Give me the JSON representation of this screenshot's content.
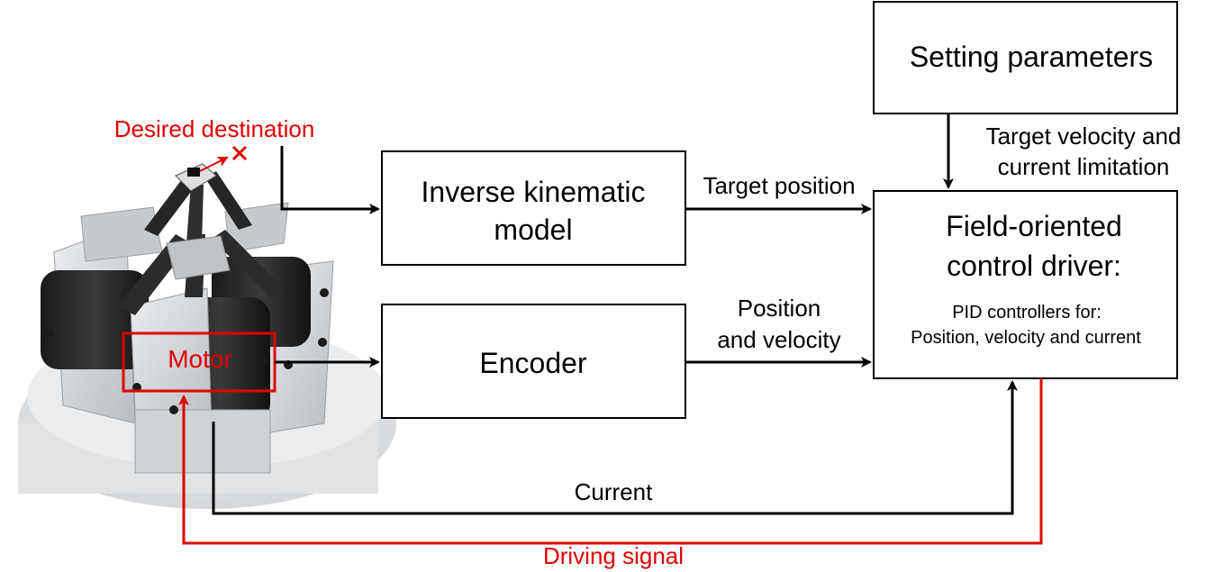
{
  "photo": {
    "label": "Motor",
    "marker_caption": "Desired destination"
  },
  "blocks": {
    "setting": "Setting parameters",
    "ik_line1": "Inverse kinematic",
    "ik_line2": "model",
    "encoder": "Encoder",
    "foc_line1": "Field-oriented",
    "foc_line2": "control driver:",
    "foc_sub1": "PID controllers for:",
    "foc_sub2": "Position, velocity and current"
  },
  "signals": {
    "target_position": "Target position",
    "pos_vel_line1": "Position",
    "pos_vel_line2": "and velocity",
    "target_vel_line1": "Target velocity and",
    "target_vel_line2": "current limitation",
    "current": "Current",
    "driving": "Driving signal"
  },
  "colors": {
    "line": "#000000",
    "accent": "#e00000",
    "metal": "#d9dbdd",
    "dark": "#232323"
  }
}
